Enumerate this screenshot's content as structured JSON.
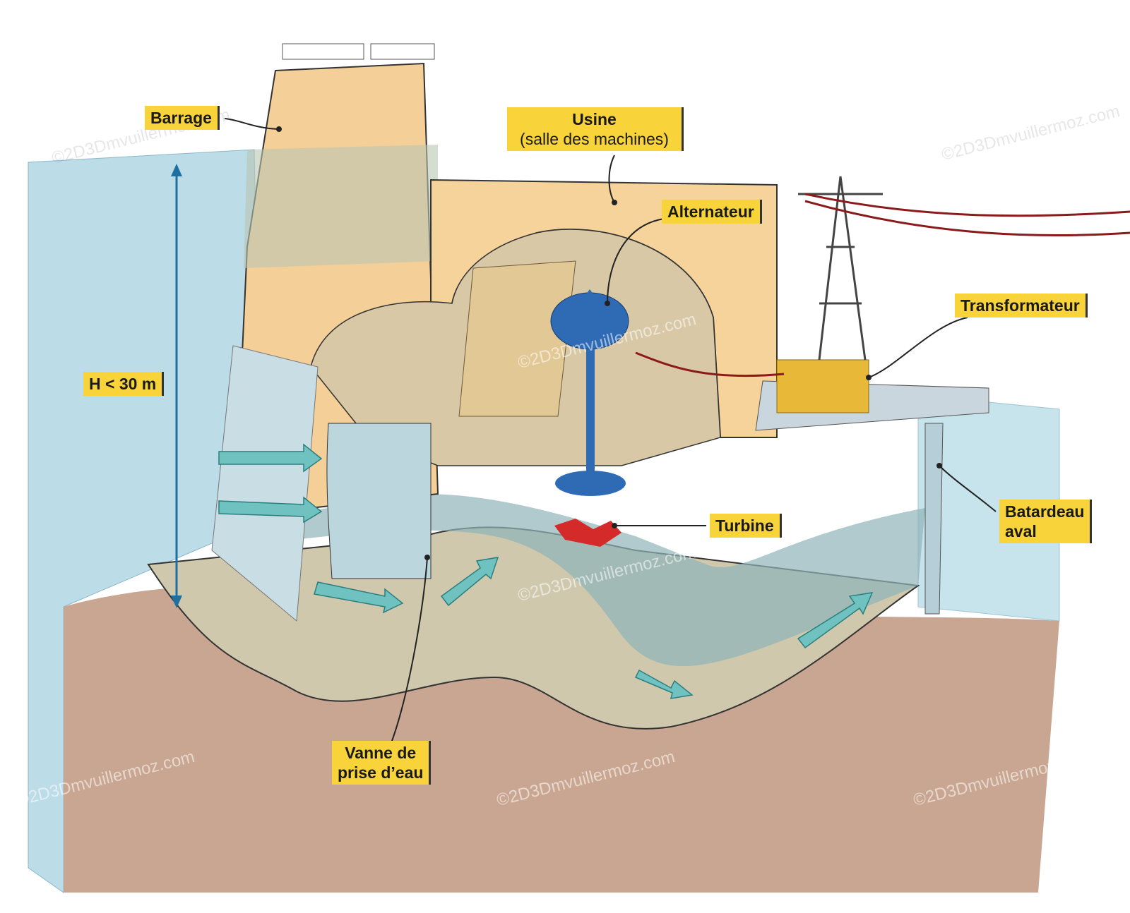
{
  "labels": {
    "barrage": "Barrage",
    "usine": "Usine",
    "usine_sub": "(salle des machines)",
    "alternateur": "Alternateur",
    "transformateur": "Transformateur",
    "hauteur": "H < 30 m",
    "turbine": "Turbine",
    "batardeau_line1": "Batardeau",
    "batardeau_line2": "aval",
    "vanne_line1": "Vanne de",
    "vanne_line2": "prise d’eau"
  },
  "watermark": "©2D3Dmvuillermoz.com",
  "colors": {
    "label_bg": "#f8d43a",
    "water": "#b9dbe6",
    "concrete": "#f6d39a",
    "ground": "#c9a691",
    "alternator": "#2f6bb5",
    "turbine": "#d42a2a"
  }
}
